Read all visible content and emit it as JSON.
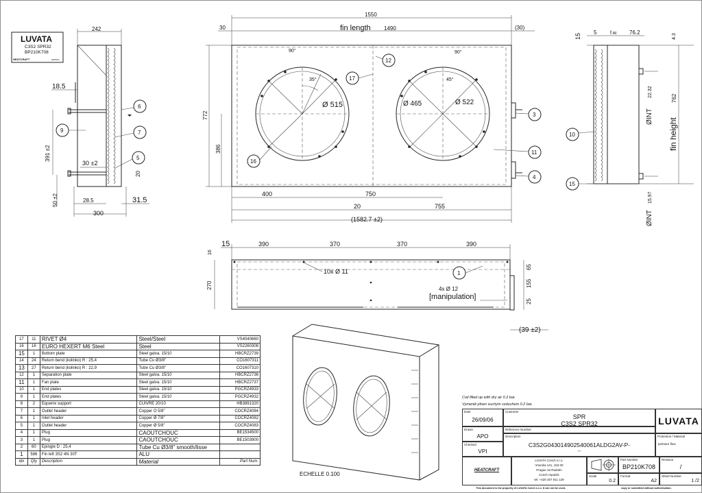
{
  "logo": "LUVATA",
  "label_card": {
    "line1": "C3S2 SPR32",
    "line2": "BP210K708",
    "brand": "HEATCRAFT",
    "small": "HR06/01"
  },
  "dims": {
    "side_width": "242",
    "side_18": "18.5",
    "side_391": "391 ±2",
    "side_30": "30 ±2",
    "side_20": "20",
    "side_50": "50 ±2",
    "side_285": "28.5",
    "side_315": "31.5",
    "side_300": "300",
    "top_1550": "1550",
    "top_30l": "30",
    "fin_length": "fin length",
    "fin_1490": "1490",
    "top_30r": "(30)",
    "h_772": "772",
    "h_386": "386",
    "b_400": "400",
    "b_750": "750",
    "b_20": "20",
    "b_755": "755",
    "b_1582": "(1582.7  ±2)",
    "ang_90l": "90°",
    "ang_35": "35°",
    "ang_90r": "90°",
    "ang_45": "45°",
    "d515": "Ø 515",
    "d465": "Ø 465",
    "d522": "Ø 522",
    "r_15": "15",
    "r_5": "5",
    "r_fw": "f.w.",
    "r_762a": "76.2",
    "r_43": "4.3",
    "r_int1": "ØINT",
    "r_2232": "22.32",
    "r_762": "762",
    "fin_height": "fin height",
    "r_int2": "ØINT",
    "r_1597": "15.97",
    "p_15": "15",
    "p_390a": "390",
    "p_370a": "370",
    "p_370b": "370",
    "p_390b": "390",
    "p_16": "16",
    "p_270": "270",
    "p_65": "65",
    "p_155": "155",
    "p_25": "25",
    "holes": "10x  Ø 11",
    "holes4": "4x  Ø 12",
    "manip": "[manipulation]",
    "p_39": "(39 ±2)"
  },
  "balloons": [
    "6",
    "7",
    "5",
    "9",
    "12",
    "17",
    "16",
    "3",
    "4",
    "11",
    "10",
    "15",
    "1"
  ],
  "echelle": "ECHELLE   0.100",
  "bom": [
    {
      "idx": "17",
      "qty": "11",
      "desc": "RIVET Ø4",
      "spec": "Steel/Steel",
      "part": "VS4040660"
    },
    {
      "idx": "16",
      "qty": "16",
      "desc": "EURO HEXERT M6 Steel",
      "spec": "Steel",
      "part": "VS2260308"
    },
    {
      "idx": "15",
      "qty": "1",
      "desc": "Bottom plate",
      "spec": "Steel galva. 15/10",
      "part": "HBCRZ2739"
    },
    {
      "idx": "14",
      "qty": "24",
      "desc": "Return bend (kolinko) R : 25,4",
      "spec": "Tube Cu Ø3/8\"",
      "part": "CO1607311"
    },
    {
      "idx": "13",
      "qty": "27",
      "desc": "Return bend (kolinko) R : 22,9",
      "spec": "Tube Cu Ø3/8\"",
      "part": "CO1607310"
    },
    {
      "idx": "12",
      "qty": "1",
      "desc": "Separation plate",
      "spec": "Steel galva. 15/10",
      "part": "HBCRZ2736"
    },
    {
      "idx": "11",
      "qty": "1",
      "desc": "Fan plate",
      "spec": "Steel galva. 15/10",
      "part": "HBCRZ2737"
    },
    {
      "idx": "10",
      "qty": "1",
      "desc": "End plates",
      "spec": "Steel galva. 15/10",
      "part": "PGCRZ4933"
    },
    {
      "idx": "9",
      "qty": "1",
      "desc": "End plates",
      "spec": "Steel galva. 15/10",
      "part": "PGCRZ4932"
    },
    {
      "idx": "8",
      "qty": "2",
      "desc": "Equerre support",
      "spec": "CUIVRE 20/10",
      "part": "HB3891320"
    },
    {
      "idx": "7",
      "qty": "1",
      "desc": "Outlet header",
      "spec": "Copper O 5/8\"",
      "part": "COCRZ4084"
    },
    {
      "idx": "6",
      "qty": "1",
      "desc": "Inlet header",
      "spec": "Copper Ø 7/8\"",
      "part": "COCRZ4082"
    },
    {
      "idx": "5",
      "qty": "1",
      "desc": "Outlet header",
      "spec": "Copper Ø 5/8\"",
      "part": "COCRZ4083"
    },
    {
      "idx": "4",
      "qty": "1",
      "desc": "Plug",
      "spec": "CAOUTCHOUC",
      "part": "BE1534500"
    },
    {
      "idx": "3",
      "qty": "1",
      "desc": "Plug",
      "spec": "CAOUTCHOUC",
      "part": "BE1503900"
    },
    {
      "idx": "2",
      "qty": "60",
      "desc": "Epingle D : 25,4",
      "spec": "Tube Cu Ø3/8\"     smooth/lisse",
      "part": ""
    },
    {
      "idx": "1",
      "qty": "586",
      "desc": "Fin left 3S2 4N 30T",
      "spec": "ALU",
      "part": ""
    }
  ],
  "bom_header": {
    "idx": "idx",
    "qty": "Qty",
    "desc": "Description",
    "spec": "Material",
    "part": "Part Num."
  },
  "notes": {
    "n1": "Coil filled up with dry air 0.2 bar.",
    "n2": "Vymenik plnen suchym vzduchem 0.2 bar."
  },
  "title_block": {
    "date_lbl": "Date",
    "date": "26/09/06",
    "customer_lbl": "Customer",
    "customer1": "SPR",
    "customer2": "C3S2 SPR32",
    "ref_lbl": "Reference Number",
    "drawn_lbl": "Drawn",
    "drawn": "APO",
    "desc_lbl": "Description",
    "desc": "C3S2G043014902540061ALDG2AV-P-",
    "desc2": "--",
    "prot_lbl": "Protection / Material",
    "prot": "peinture flow",
    "checked_lbl": "Checked",
    "checked": "VPI",
    "company1": "LUVATA Czech s.r.o.",
    "company2": "Vrazska 141, 153 00",
    "company3": "Prague 16 Radotin",
    "company4": "Czech republic",
    "company5": "tel: +420 257 811 129",
    "brand": "HEATCRAFT",
    "partnum_lbl": "Part Number",
    "partnum": "BP210K708",
    "rev_lbl": "Revision",
    "rev": "/",
    "scale_lbl": "Scale",
    "scale": "0.2",
    "format_lbl": "Format",
    "format": "A2",
    "sheet_lbl": "Sheet Number",
    "sheet": "1 /2",
    "footer1": "This document is the property of LUVATA Czech s.r.o. It can not be used,",
    "footer2": "copy or submitted without authorisation."
  }
}
